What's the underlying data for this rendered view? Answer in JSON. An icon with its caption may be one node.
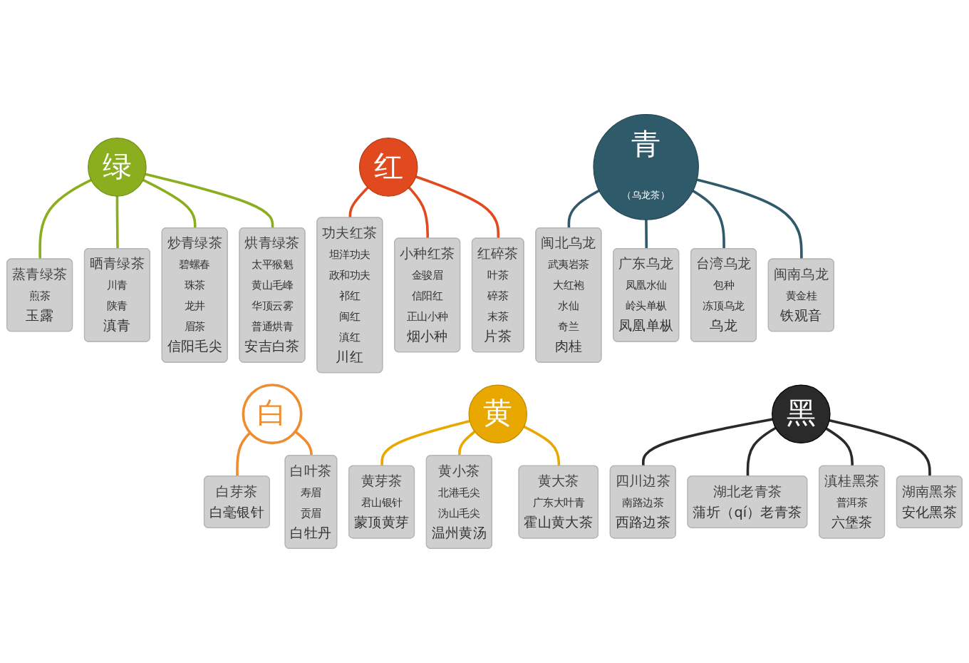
{
  "diagram": {
    "nodes": [
      {
        "text": [
          "绿"
        ]
      },
      {
        "text": [
          "蒸青绿茶",
          "煎茶",
          "玉露"
        ]
      },
      {
        "text": [
          "晒青绿茶",
          "川青",
          "陕青",
          "滇青"
        ]
      },
      {
        "text": [
          "炒青绿茶",
          "碧螺春",
          "珠茶",
          "龙井",
          "眉茶",
          "信阳毛尖"
        ]
      },
      {
        "text": [
          "烘青绿茶",
          "太平猴魁",
          "黄山毛峰",
          "华顶云雾",
          "普通烘青",
          "安吉白茶"
        ]
      },
      {
        "text": [
          "红"
        ]
      },
      {
        "text": [
          "功夫红茶",
          "坦洋功夫",
          "政和功夫",
          "祁红",
          "闽红",
          "滇红",
          "川红"
        ]
      },
      {
        "text": [
          "小种红茶",
          "金骏眉",
          "信阳红",
          "正山小种",
          "烟小种"
        ]
      },
      {
        "text": [
          "红碎茶",
          "叶茶",
          "碎茶",
          "末茶",
          "片茶"
        ]
      },
      {
        "text": [
          "青",
          "（乌龙茶）"
        ]
      },
      {
        "text": [
          "闽北乌龙",
          "武夷岩茶",
          "大红袍",
          "水仙",
          "奇兰",
          "肉桂"
        ]
      },
      {
        "text": [
          "广东乌龙",
          "凤凰水仙",
          "岭头单枞",
          "凤凰单枞"
        ]
      },
      {
        "text": [
          "台湾乌龙",
          "包种",
          "冻顶乌龙",
          "乌龙"
        ]
      },
      {
        "text": [
          "闽南乌龙",
          "黄金桂",
          "铁观音"
        ]
      },
      {
        "text": [
          "白"
        ]
      },
      {
        "text": [
          "白芽茶",
          "白毫银针"
        ]
      },
      {
        "text": [
          "白叶茶",
          "寿眉",
          "贡眉",
          "白牡丹"
        ]
      },
      {
        "text": [
          "黄"
        ]
      },
      {
        "text": [
          "黄芽茶",
          "君山银针",
          "蒙顶黄芽"
        ]
      },
      {
        "text": [
          "黄小茶",
          "北港毛尖",
          "沩山毛尖",
          "温州黄汤"
        ]
      },
      {
        "text": [
          "黄大茶",
          "广东大叶青",
          "霍山黄大茶"
        ]
      },
      {
        "text": [
          "黑"
        ]
      },
      {
        "text": [
          "四川边茶",
          "南路边茶",
          "西路边茶"
        ]
      },
      {
        "text": [
          "湖北老青茶",
          "蒲圻（qí）老青茶"
        ]
      },
      {
        "text": [
          "滇桂黑茶",
          "普洱茶",
          "六堡茶"
        ]
      },
      {
        "text": [
          "湖南黑茶",
          "安化黑茶"
        ]
      }
    ],
    "edges": [
      {
        "from": 0,
        "to": 1,
        "arrow": "none",
        "color": "#8aae1e"
      },
      {
        "from": 0,
        "to": 2,
        "arrow": "none",
        "color": "#8aae1e"
      },
      {
        "from": 0,
        "to": 3,
        "arrow": "none",
        "color": "#8aae1e"
      },
      {
        "from": 0,
        "to": 4,
        "arrow": "none",
        "color": "#8aae1e"
      },
      {
        "from": 5,
        "to": 6,
        "arrow": "none",
        "color": "#e04a1e"
      },
      {
        "from": 5,
        "to": 7,
        "arrow": "none",
        "color": "#e04a1e"
      },
      {
        "from": 5,
        "to": 8,
        "arrow": "none",
        "color": "#e04a1e"
      },
      {
        "from": 9,
        "to": 10,
        "arrow": "none",
        "color": "#2e5a6a"
      },
      {
        "from": 9,
        "to": 11,
        "arrow": "none",
        "color": "#2e5a6a"
      },
      {
        "from": 9,
        "to": 12,
        "arrow": "none",
        "color": "#2e5a6a"
      },
      {
        "from": 9,
        "to": 13,
        "arrow": "none",
        "color": "#2e5a6a"
      },
      {
        "from": 14,
        "to": 15,
        "arrow": "none",
        "color": "#f08c30"
      },
      {
        "from": 14,
        "to": 16,
        "arrow": "none",
        "color": "#f08c30"
      },
      {
        "from": 17,
        "to": 18,
        "arrow": "none",
        "color": "#e8a800"
      },
      {
        "from": 17,
        "to": 19,
        "arrow": "none",
        "color": "#e8a800"
      },
      {
        "from": 17,
        "to": 20,
        "arrow": "none",
        "color": "#e8a800"
      },
      {
        "from": 21,
        "to": 22,
        "arrow": "none",
        "color": "#2a2a2a"
      },
      {
        "from": 21,
        "to": 23,
        "arrow": "none",
        "color": "#2a2a2a"
      },
      {
        "from": 21,
        "to": 24,
        "arrow": "none",
        "color": "#2a2a2a"
      },
      {
        "from": 21,
        "to": 25,
        "arrow": "none",
        "color": "#2a2a2a"
      }
    ]
  }
}
